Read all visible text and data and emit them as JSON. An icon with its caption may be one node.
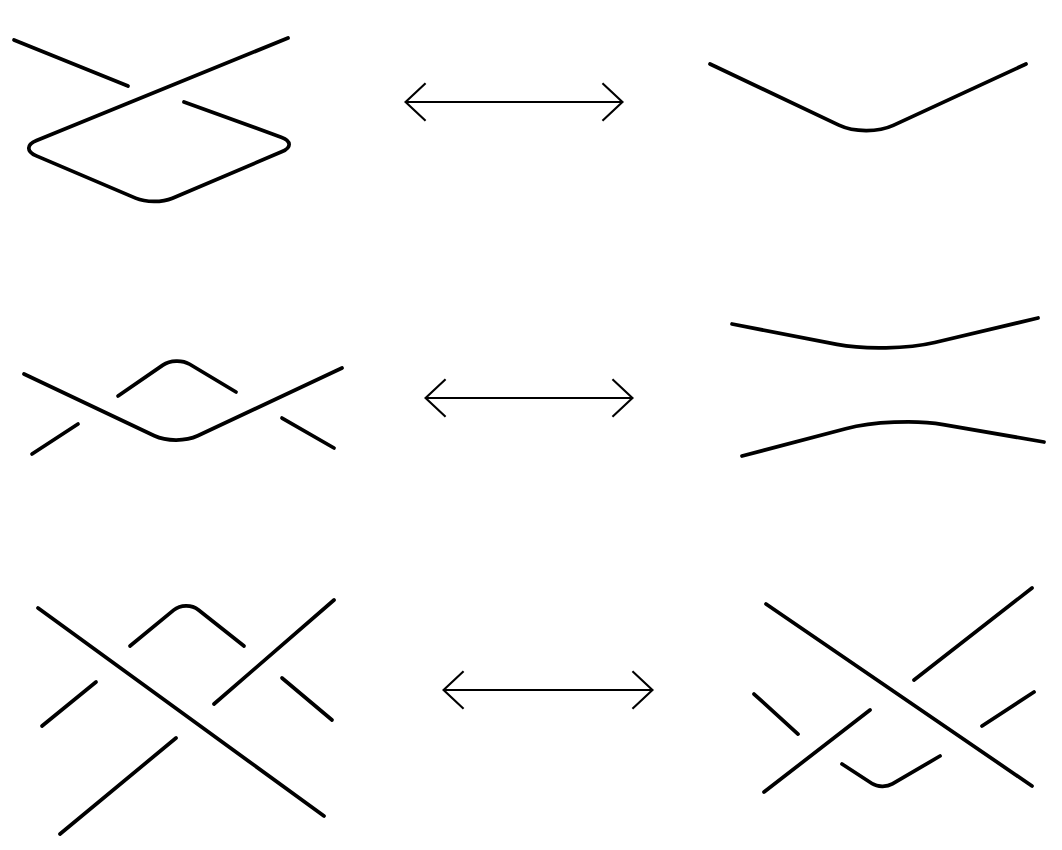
{
  "diagram": {
    "nodes": [
      {
        "text": [],
        "shape": "picture"
      },
      {
        "text": [],
        "shape": "picture"
      },
      {
        "text": [],
        "shape": "picture"
      },
      {
        "text": [],
        "shape": "picture"
      },
      {
        "text": [],
        "shape": "picture"
      },
      {
        "text": [],
        "shape": "picture"
      }
    ],
    "edges": [
      {
        "from": 0,
        "to": 1,
        "arrow": "both"
      },
      {
        "from": 2,
        "to": 3,
        "arrow": "both"
      },
      {
        "from": 4,
        "to": 5,
        "arrow": "both"
      }
    ]
  }
}
